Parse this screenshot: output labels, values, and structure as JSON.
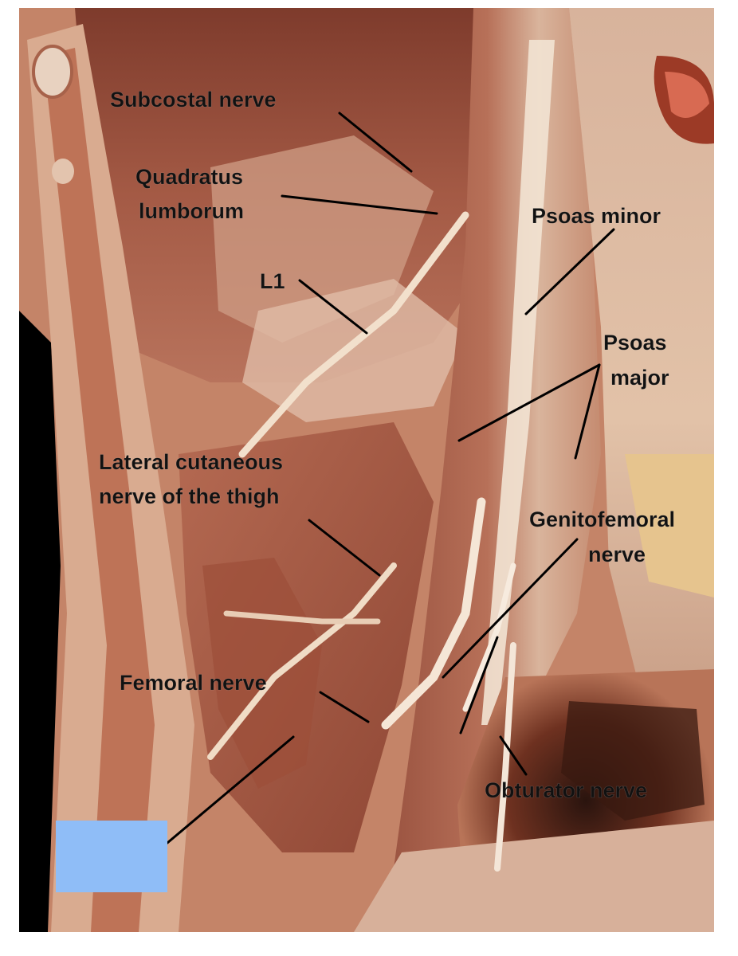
{
  "labels": {
    "subcostal_nerve": "Subcostal nerve",
    "quadratus_lumborum_line1": "Quadratus",
    "quadratus_lumborum_line2": "lumborum",
    "l1": "L1",
    "psoas_minor": "Psoas minor",
    "psoas_major_line1": "Psoas",
    "psoas_major_line2": "major",
    "lateral_cutaneous_line1": "Lateral cutaneous",
    "lateral_cutaneous_line2": "nerve of the thigh",
    "genitofemoral_line1": "Genitofemoral",
    "genitofemoral_line2": "nerve",
    "femoral_nerve": "Femoral nerve",
    "obturator_nerve": "Obturator nerve"
  },
  "answer_box": {
    "color": "#8fbdf7"
  },
  "colors": {
    "muscle": "#a85a42",
    "fascia": "#e9cdb8",
    "nerve": "#f3e2cf",
    "background": "#000000"
  }
}
